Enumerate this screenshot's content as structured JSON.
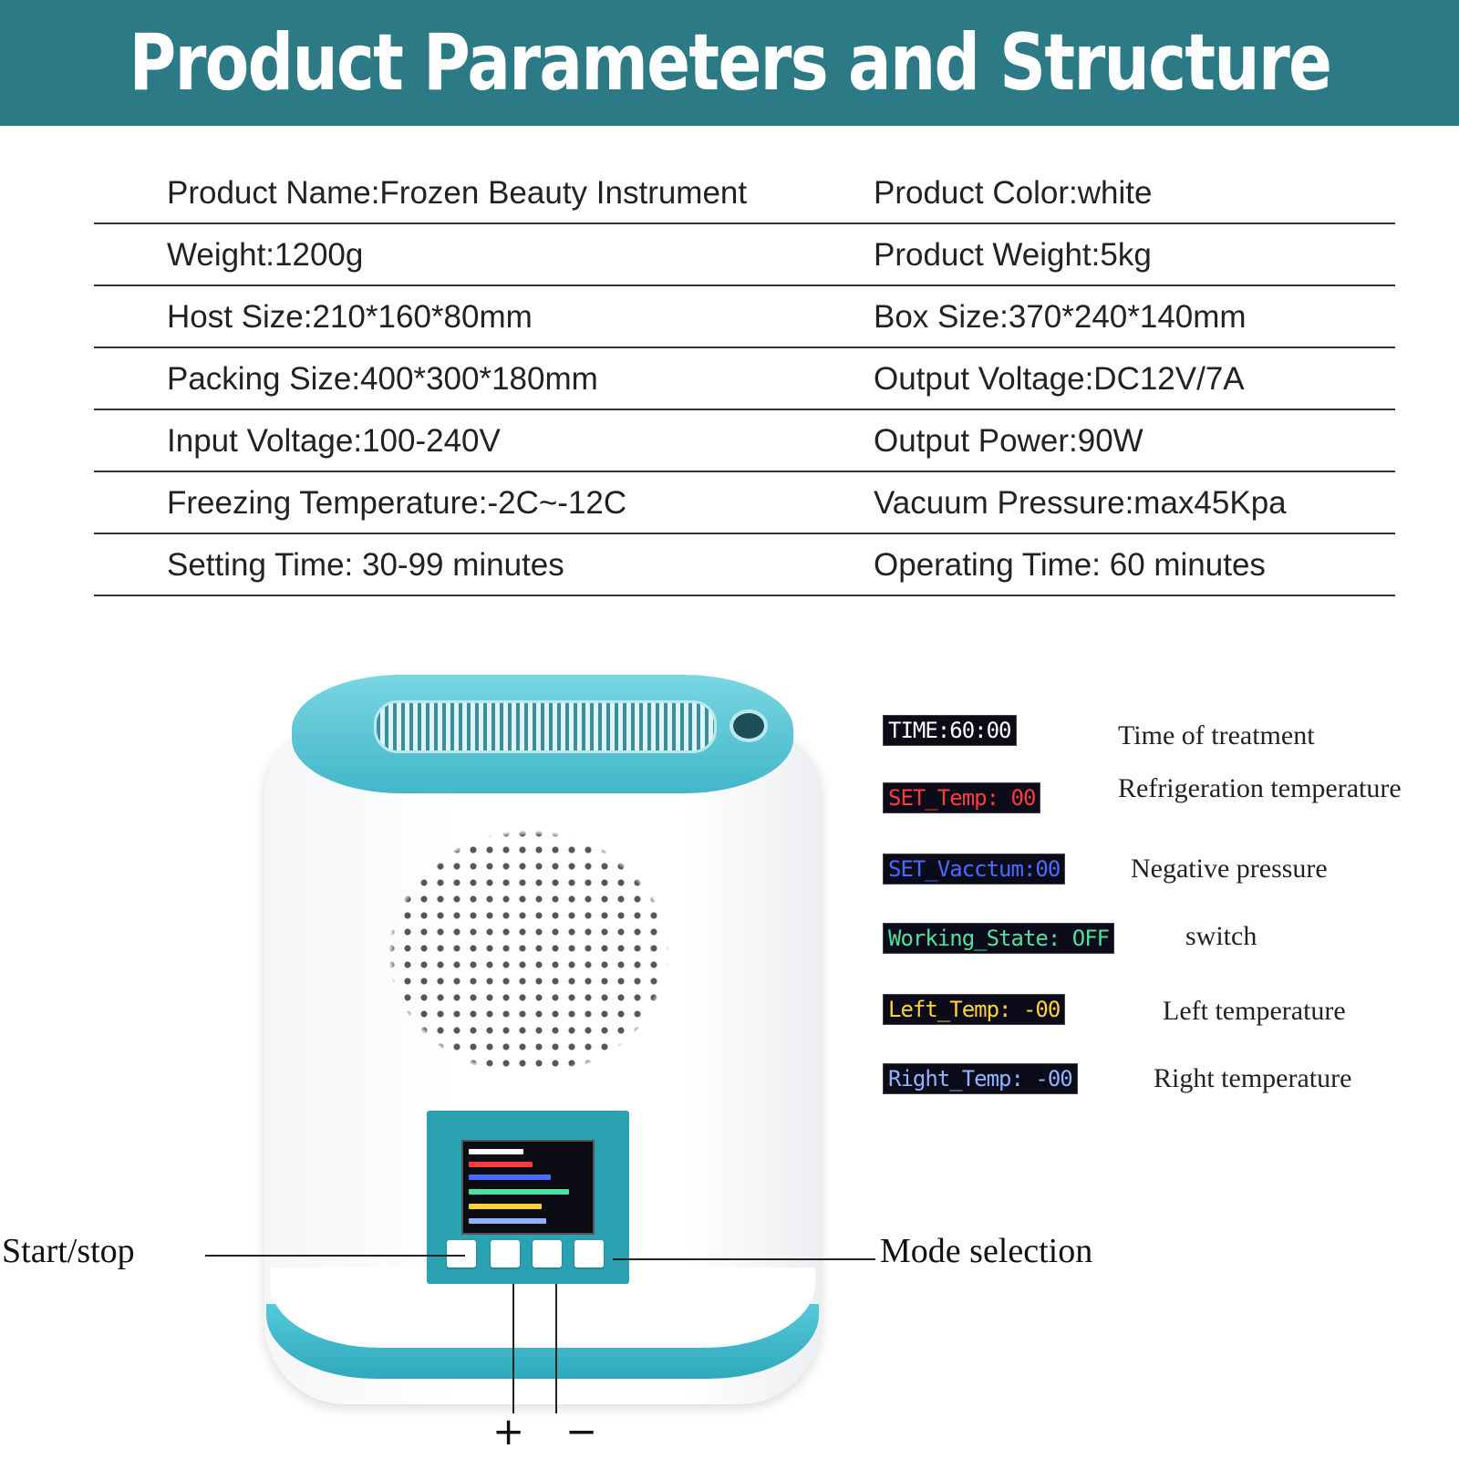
{
  "header": {
    "title": "Product Parameters and Structure"
  },
  "specs": [
    {
      "left": "Product Name:Frozen Beauty Instrument",
      "right": "Product Color:white"
    },
    {
      "left": "Weight:1200g",
      "right": "Product Weight:5kg"
    },
    {
      "left": "Host Size:210*160*80mm",
      "right": "Box Size:370*240*140mm"
    },
    {
      "left": "Packing Size:400*300*180mm",
      "right": "Output Voltage:DC12V/7A"
    },
    {
      "left": "Input Voltage:100-240V",
      "right": "Output Power:90W"
    },
    {
      "left": "Freezing Temperature:-2C~-12C",
      "right": "Vacuum Pressure:max45Kpa"
    },
    {
      "left": "Setting Time: 30-99 minutes",
      "right": "Operating Time: 60 minutes"
    }
  ],
  "display_legend": [
    {
      "readout": "TIME:60:00",
      "color": "#ffffff",
      "description": "Time of treatment"
    },
    {
      "readout": "SET_Temp: 00",
      "color": "#ff3b3b",
      "description": "Refrigeration temperature"
    },
    {
      "readout": "SET_Vacctum:00",
      "color": "#4a6bff",
      "description": "Negative pressure"
    },
    {
      "readout": "Working_State: OFF",
      "color": "#4fe0a0",
      "description": "switch"
    },
    {
      "readout": "Left_Temp: -00",
      "color": "#ffd23a",
      "description": "Left temperature"
    },
    {
      "readout": "Right_Temp: -00",
      "color": "#8fb4ff",
      "description": "Right temperature"
    }
  ],
  "callouts": {
    "start_stop": "Start/stop",
    "mode_selection": "Mode selection",
    "plus": "+",
    "minus": "−"
  },
  "colors": {
    "banner": "#2c7a86",
    "device_accent": "#42b7c9"
  }
}
